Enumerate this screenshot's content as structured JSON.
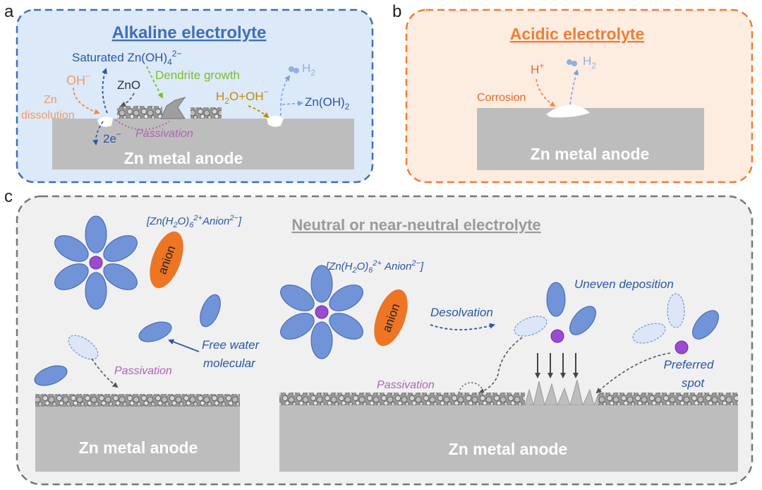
{
  "panel_a": {
    "letter": "a",
    "title": "Alkaline electrolyte",
    "anode": "Zn metal anode",
    "saturated_prefix": "Saturated Zn(OH)",
    "saturated_sub": "4",
    "saturated_sup": "2−",
    "hydroxide": "OH",
    "hydroxide_sup": "−",
    "zincoxide": "ZnO",
    "dendrite": "Dendrite growth",
    "hydrogen": "H",
    "hydrogen_sub": "2",
    "water_reaction": "H",
    "water_reaction_sub": "2",
    "water_reaction_rest": "O+OH",
    "water_reaction_sup": "−",
    "zinc_hydroxide": "Zn(OH)",
    "zinc_hydroxide_sub": "2",
    "zn_dissolution_1": "Zn",
    "zn_dissolution_2": "dissolution",
    "electrons": "2e",
    "electrons_sup": "−",
    "passivation": "Passivation"
  },
  "panel_b": {
    "letter": "b",
    "title": "Acidic electrolyte",
    "anode": "Zn metal anode",
    "proton": "H",
    "proton_sup": "+",
    "hydrogen": "H",
    "hydrogen_sub": "2",
    "corrosion": "Corrosion"
  },
  "panel_c": {
    "letter": "c",
    "title": "Neutral or near-neutral electrolyte",
    "complex_1_a": "[Zn(H",
    "complex_1_sub1": "2",
    "complex_1_b": "O)",
    "complex_1_sub2": "6",
    "complex_1_sup": "2+",
    "complex_1_c": "Anion",
    "complex_1_sup2": "2−",
    "complex_1_d": "]",
    "anion_label": "anion",
    "free_water_1": "Free water",
    "free_water_2": "molecular",
    "passivation": "Passivation",
    "anode_left": "Zn metal anode",
    "anode_right": "Zn metal anode",
    "desolvation": "Desolvation",
    "uneven": "Uneven deposition",
    "preferred_1": "Preferred",
    "preferred_2": "spot"
  },
  "colors": {
    "panel_a_fill": "#dce9f8",
    "panel_a_border": "#3e6fba",
    "panel_b_fill": "#fdece0",
    "panel_b_border": "#ef7d35",
    "panel_c_fill": "#f0f0f0",
    "panel_c_border": "#777777",
    "anode": "#bdbdbd",
    "ellipse": "#7193d8",
    "ellipse_stroke": "#3f61b3",
    "zinc_ion": "#9b4bd2",
    "anion": "#ed7524",
    "blue_text": "#2b56a6",
    "orange_text": "#f39a62",
    "green_text": "#7bbf2b",
    "gold_text": "#c08c00",
    "purple_text": "#b063b8"
  }
}
